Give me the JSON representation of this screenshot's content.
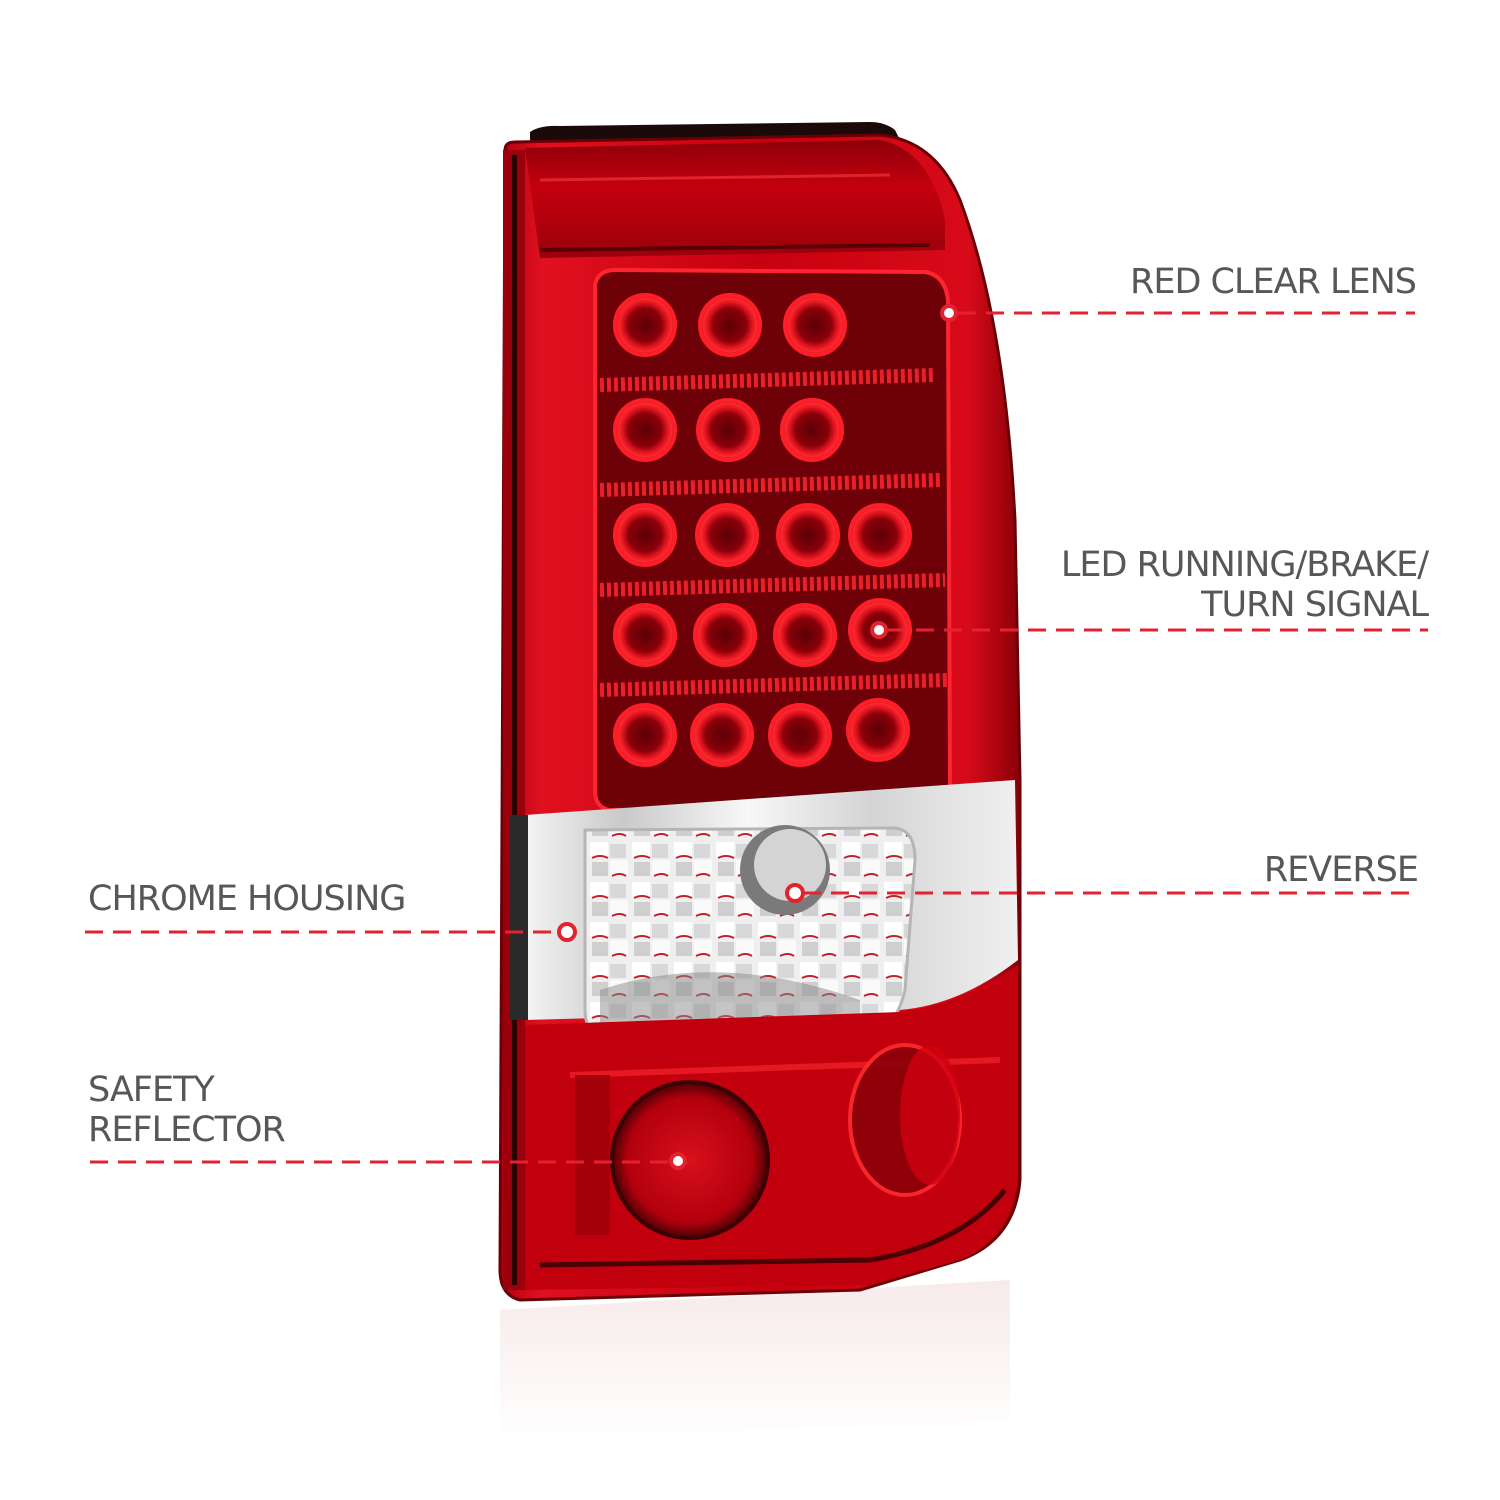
{
  "product": {
    "name": "tail-light",
    "colors": {
      "lens_red": "#d5001a",
      "lens_dark": "#7a0008",
      "chrome": "#e6e6e6",
      "accent_red": "#e4222f",
      "label_gray": "#555759"
    }
  },
  "callouts": [
    {
      "id": "red-clear-lens",
      "lines": [
        "RED CLEAR LENS"
      ],
      "side": "right"
    },
    {
      "id": "led-running",
      "lines": [
        "LED RUNNING/BRAKE/",
        "TURN SIGNAL"
      ],
      "side": "right"
    },
    {
      "id": "reverse",
      "lines": [
        "REVERSE"
      ],
      "side": "right"
    },
    {
      "id": "chrome-housing",
      "lines": [
        "CHROME HOUSING"
      ],
      "side": "left"
    },
    {
      "id": "safety-reflector",
      "lines": [
        "SAFETY",
        "REFLECTOR"
      ],
      "side": "left"
    }
  ]
}
